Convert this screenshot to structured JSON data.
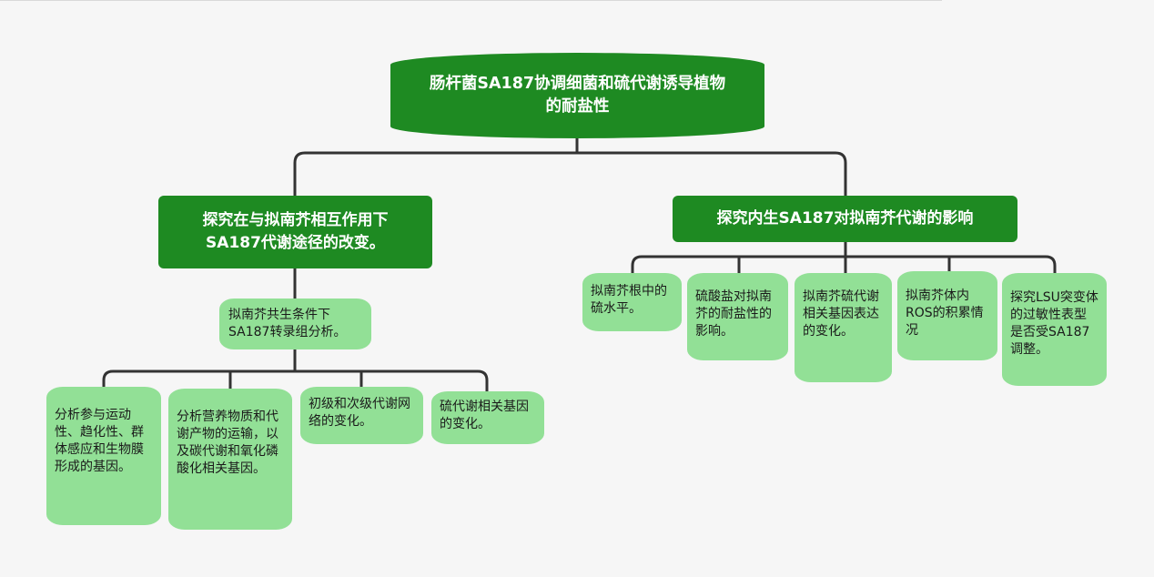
{
  "diagram": {
    "root": {
      "label": "肠杆菌SA187协调细菌和硫代谢诱导植物的耐盐性"
    },
    "left_branch": {
      "label": "探究在与拟南芥相互作用下SA187代谢途径的改变。",
      "sub": {
        "label": "拟南芥共生条件下SA187转录组分析。",
        "children": [
          {
            "label": "分析参与运动性、趋化性、群体感应和生物膜形成的基因。"
          },
          {
            "label": "分析营养物质和代谢产物的运输，以及碳代谢和氧化磷酸化相关基因。"
          },
          {
            "label": "初级和次级代谢网络的变化。"
          },
          {
            "label": "硫代谢相关基因的变化。"
          }
        ]
      }
    },
    "right_branch": {
      "label": "探究内生SA187对拟南芥代谢的影响",
      "children": [
        {
          "label": "拟南芥根中的硫水平。"
        },
        {
          "label": "硫酸盐对拟南芥的耐盐性的影响。"
        },
        {
          "label": "拟南芥硫代谢相关基因表达的变化。"
        },
        {
          "label": "拟南芥体内ROS的积累情况"
        },
        {
          "label": "探究LSU突变体的过敏性表型是否受SA187调整。"
        }
      ]
    },
    "colors": {
      "dark_green": "#1e8a22",
      "light_green": "#92e096",
      "connector": "#333333",
      "background": "#f6f6f6"
    }
  }
}
